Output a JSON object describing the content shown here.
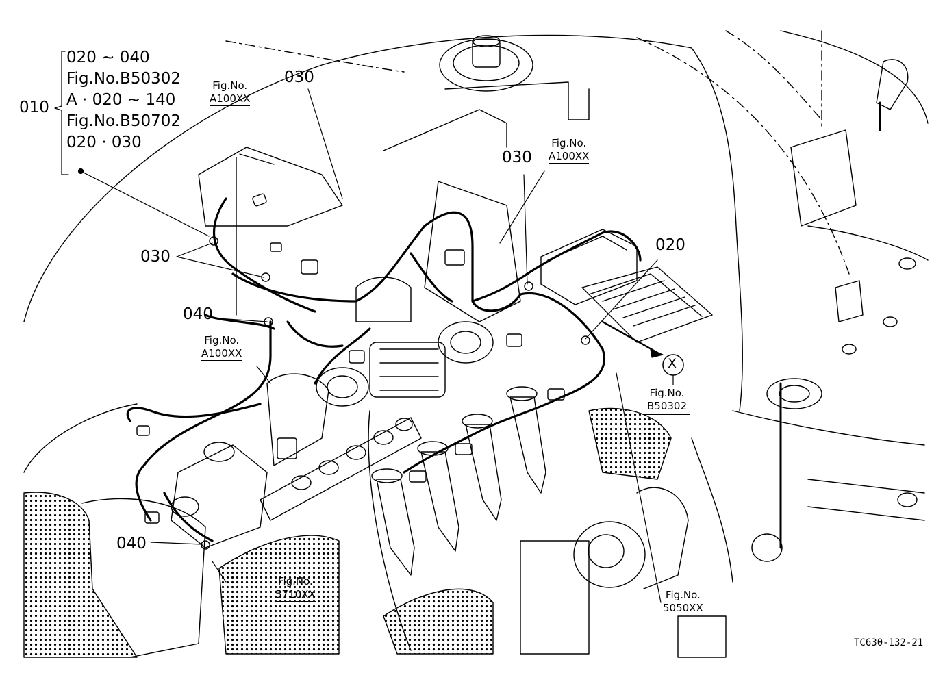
{
  "callout_010": {
    "item": "010",
    "lines": [
      "020 ~ 040",
      "Fig.No.B50302",
      "A · 020 ~ 140",
      "Fig.No.B50702",
      "020 · 030"
    ]
  },
  "item_labels": {
    "i030_top": "030",
    "i030_mid": "030",
    "i030_left": "030",
    "i020": "020",
    "i040_upper": "040",
    "i040_lower": "040"
  },
  "fig_refs": {
    "ref_top_left": {
      "label": "Fig.No.",
      "number": "A100XX"
    },
    "ref_top_mid": {
      "label": "Fig.No.",
      "number": "A100XX"
    },
    "ref_left": {
      "label": "Fig.No.",
      "number": "A100XX"
    },
    "ref_right_boxed": {
      "label": "Fig.No.",
      "number": "B50302"
    },
    "ref_bottom_left": {
      "label": "Fig.No.",
      "number": "5710XX"
    },
    "ref_bottom_right": {
      "label": "Fig.No.",
      "number": "5050XX"
    }
  },
  "connection_marker": "X",
  "drawing_code": "TC630-132-21"
}
